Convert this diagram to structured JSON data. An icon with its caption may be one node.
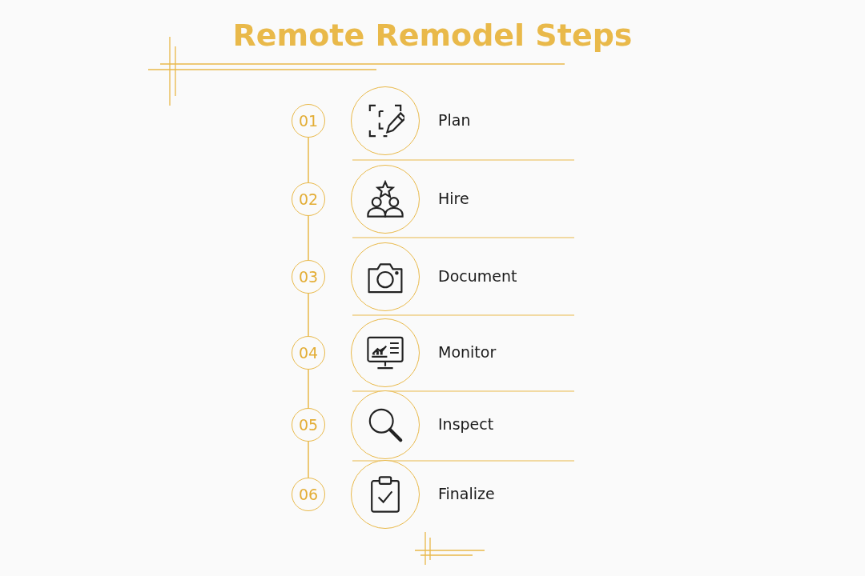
{
  "diagram": {
    "title": "Remote Remodel Steps",
    "nodes": [
      {
        "text": [
          "01"
        ]
      },
      {
        "text": [],
        "shape": "circle",
        "beside": [
          "Plan"
        ]
      },
      {
        "text": [
          "02"
        ]
      },
      {
        "text": [],
        "shape": "circle",
        "beside": [
          "Hire"
        ]
      },
      {
        "text": [
          "03"
        ]
      },
      {
        "text": [],
        "shape": "circle",
        "beside": [
          "Document"
        ]
      },
      {
        "text": [
          "04"
        ]
      },
      {
        "text": [],
        "shape": "circle",
        "beside": [
          "Monitor"
        ]
      },
      {
        "text": [
          "05"
        ]
      },
      {
        "text": [],
        "shape": "circle",
        "beside": [
          "Inspect"
        ]
      },
      {
        "text": [
          "06"
        ]
      },
      {
        "text": [],
        "shape": "circle",
        "beside": [
          "Finalize"
        ]
      }
    ],
    "edges": [
      {
        "from": 0,
        "to": 2,
        "arrow": "none"
      },
      {
        "from": 2,
        "to": 4,
        "arrow": "none"
      },
      {
        "from": 4,
        "to": 6,
        "arrow": "none"
      },
      {
        "from": 6,
        "to": 8,
        "arrow": "none"
      },
      {
        "from": 8,
        "to": 10,
        "arrow": "none"
      }
    ]
  }
}
